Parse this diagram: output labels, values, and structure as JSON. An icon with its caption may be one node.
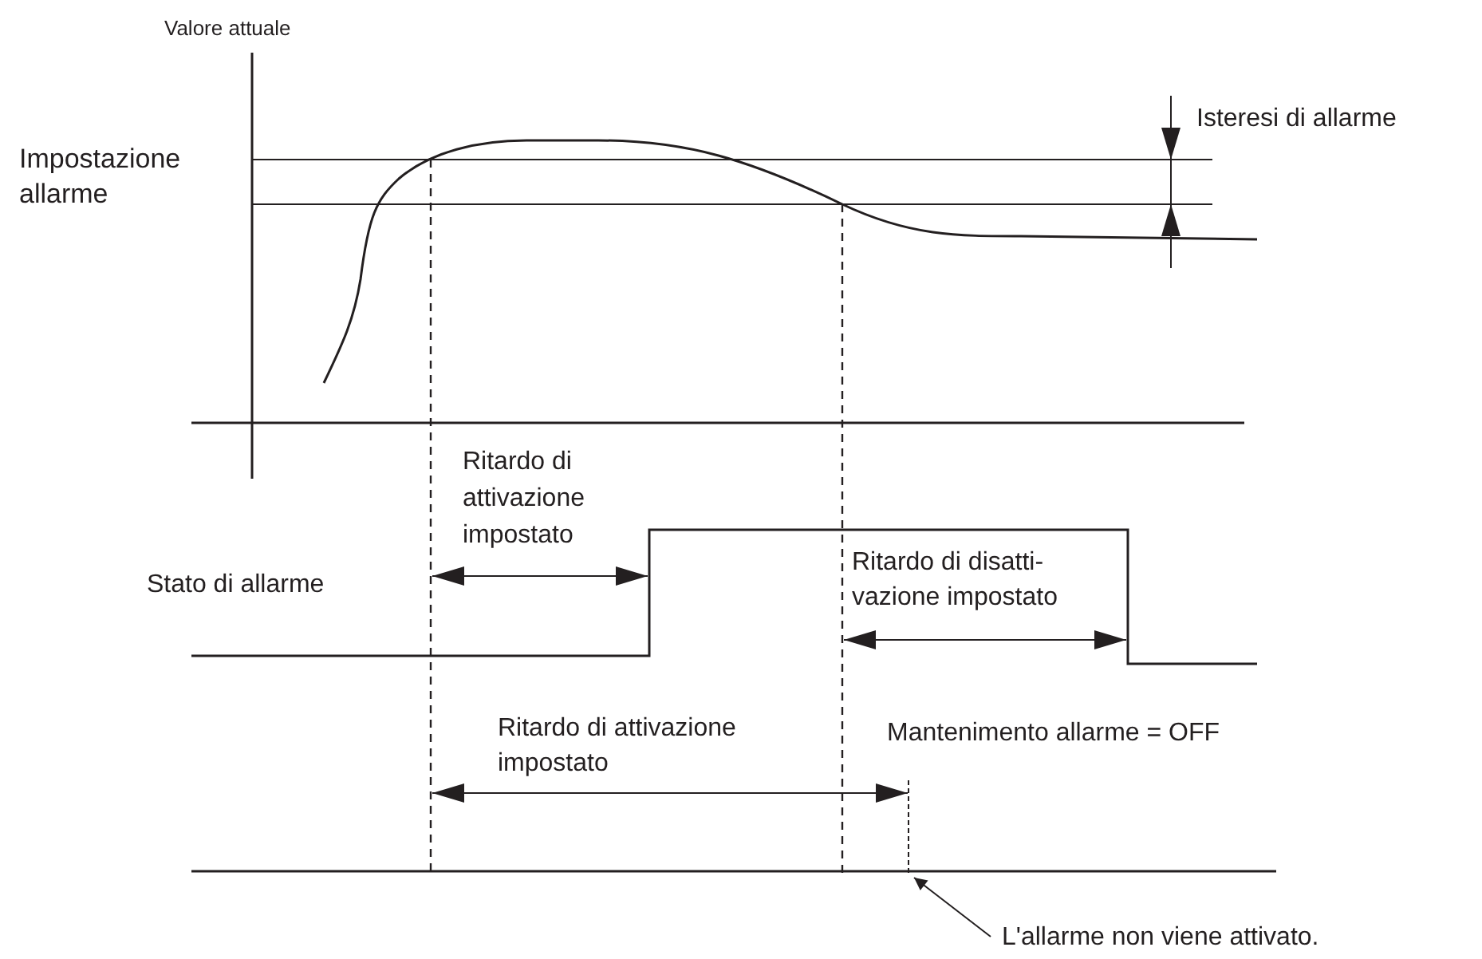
{
  "diagram": {
    "nodes": [
      {
        "text": [],
        "shape": "line"
      },
      {
        "text": [
          "L'allarme non viene attivato."
        ]
      }
    ],
    "edges": [
      {
        "from": 1,
        "to": 0,
        "arrow": "to"
      }
    ],
    "labels": [
      "Valore attuale",
      "Impostazione allarme",
      "Isteresi di allarme",
      "Ritardo di attivazione impostato",
      "Stato di allarme",
      "Ritardo di disatti- vazione impostato",
      "Ritardo di attivazione impostato",
      "Mantenimento allarme = OFF"
    ]
  }
}
